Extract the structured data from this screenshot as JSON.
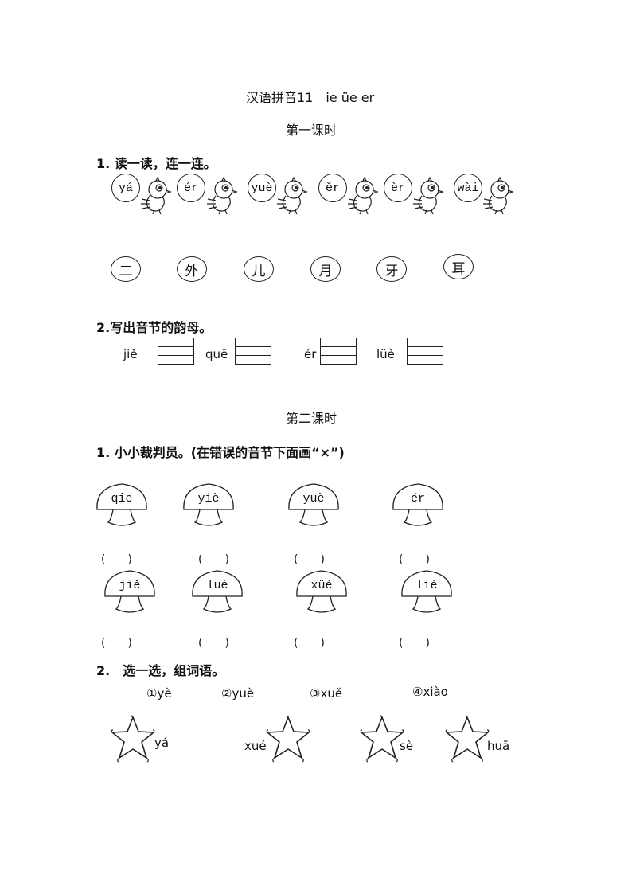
{
  "header": {
    "title": "汉语拼音11　ie  üe er",
    "lesson1": "第一课时",
    "lesson2": "第二课时"
  },
  "part1": {
    "q1_title": "1. 读一读，连一连。",
    "birds": [
      "yá",
      "ér",
      "yuè",
      "ěr",
      "èr",
      "wài"
    ],
    "hanzi": [
      "二",
      "外",
      "儿",
      "月",
      "牙",
      "耳"
    ],
    "q2_title": "2.写出音节的韵母。",
    "syllables": [
      "jiě",
      "quē",
      "ér",
      "lüè"
    ]
  },
  "part2": {
    "q1_title": "1. 小小裁判员。(在错误的音节下面画“×”)",
    "mushrooms_row1": [
      "qiē",
      "yiè",
      "yuè",
      "ér"
    ],
    "mushrooms_row2": [
      "jiě",
      "luè",
      "xüé",
      "liè"
    ],
    "paren": "(　　)",
    "q2_title": "2.　选一选，组词语。",
    "choices": [
      "①yè",
      "②yuè",
      "③xuě",
      "④xiào"
    ],
    "stars": [
      {
        "after": "yá",
        "before": ""
      },
      {
        "after": "",
        "before": "xué"
      },
      {
        "after": "sè",
        "before": ""
      },
      {
        "after": "huā",
        "before": ""
      }
    ]
  }
}
